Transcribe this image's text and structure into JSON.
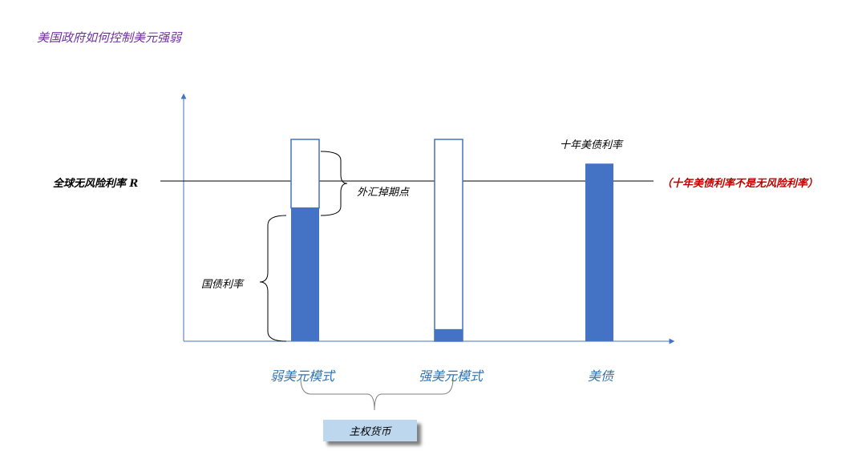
{
  "title": "美国政府如何控制美元强弱",
  "labels": {
    "risk_free_rate": "全球无风险利率 R",
    "fx_swap_points": "外汇掉期点",
    "treasury_yield": "国债利率",
    "ten_year_yield": "十年美债利率",
    "not_risk_free_note": "（十年美债利率不是无风险利率）",
    "sovereign_currency": "主权货币"
  },
  "colors": {
    "bar_fill": "#4472c4",
    "axis": "#4472c4",
    "title": "#7030a0",
    "note": "#c00000",
    "category": "#2e75b6",
    "sovereign_box": "#bdd7ee"
  },
  "chart_data": {
    "type": "bar",
    "categories": [
      "弱美元模式",
      "强美元模式",
      "美债"
    ],
    "series": [
      {
        "values": [
          0.66,
          0.06,
          0.88
        ]
      },
      {
        "values": [
          0.34,
          1.0,
          0.0
        ]
      }
    ],
    "reference_line": {
      "label": "全球无风险利率 R",
      "value": 0.84
    }
  }
}
